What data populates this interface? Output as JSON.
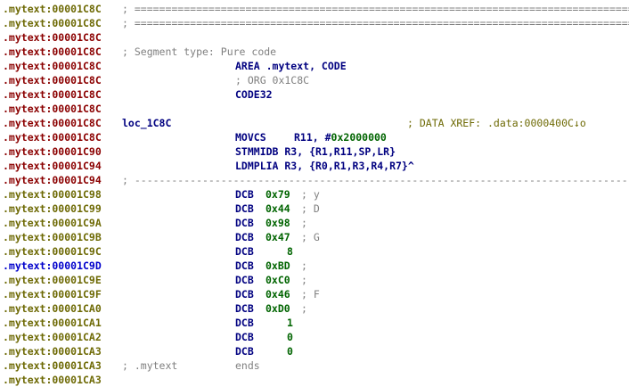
{
  "lines": [
    {
      "addr": ".mytext:00001C8C",
      "addr_color": "olive",
      "kind": "sep",
      "sep": "; ============================================================================================"
    },
    {
      "addr": ".mytext:00001C8C",
      "addr_color": "olive",
      "kind": "sep",
      "sep": "; ============================================================================================"
    },
    {
      "addr": ".mytext:00001C8C",
      "addr_color": "maroon",
      "kind": "blank"
    },
    {
      "addr": ".mytext:00001C8C",
      "addr_color": "maroon",
      "kind": "comment",
      "text": "; Segment type: Pure code"
    },
    {
      "addr": ".mytext:00001C8C",
      "addr_color": "maroon",
      "kind": "directive",
      "text": "AREA .mytext, CODE"
    },
    {
      "addr": ".mytext:00001C8C",
      "addr_color": "maroon",
      "kind": "directive-cmt",
      "text": "; ORG 0x1C8C"
    },
    {
      "addr": ".mytext:00001C8C",
      "addr_color": "maroon",
      "kind": "directive",
      "text": "CODE32"
    },
    {
      "addr": ".mytext:00001C8C",
      "addr_color": "maroon",
      "kind": "blank"
    },
    {
      "addr": ".mytext:00001C8C",
      "addr_color": "maroon",
      "kind": "label",
      "label": "loc_1C8C",
      "xref": "; DATA XREF: .data:0000400C↓o"
    },
    {
      "addr": ".mytext:00001C8C",
      "addr_color": "maroon",
      "kind": "insn",
      "mnem": "MOVCS",
      "ops": "R11, #0x2000000"
    },
    {
      "addr": ".mytext:00001C90",
      "addr_color": "maroon",
      "kind": "insn-long",
      "text": "STMMIDB R3, {R1,R11,SP,LR}"
    },
    {
      "addr": ".mytext:00001C94",
      "addr_color": "maroon",
      "kind": "insn-long",
      "text": "LDMPLIA R3, {R0,R1,R3,R4,R7}^"
    },
    {
      "addr": ".mytext:00001C94",
      "addr_color": "maroon",
      "kind": "sep",
      "sep": "; --------------------------------------------------------------------------------------------"
    },
    {
      "addr": ".mytext:00001C98",
      "addr_color": "olive",
      "kind": "dcb",
      "val": "0x79",
      "cmt": "; y"
    },
    {
      "addr": ".mytext:00001C99",
      "addr_color": "olive",
      "kind": "dcb",
      "val": "0x44",
      "cmt": "; D"
    },
    {
      "addr": ".mytext:00001C9A",
      "addr_color": "olive",
      "kind": "dcb",
      "val": "0x98",
      "cmt": ";"
    },
    {
      "addr": ".mytext:00001C9B",
      "addr_color": "olive",
      "kind": "dcb",
      "val": "0x47",
      "cmt": "; G"
    },
    {
      "addr": ".mytext:00001C9C",
      "addr_color": "olive",
      "kind": "dcb-digit",
      "val": "8",
      "cmt": ""
    },
    {
      "addr": ".mytext:00001C9D",
      "addr_color": "blue",
      "kind": "dcb",
      "val": "0xBD",
      "cmt": ";"
    },
    {
      "addr": ".mytext:00001C9E",
      "addr_color": "olive",
      "kind": "dcb",
      "val": "0xC0",
      "cmt": ";"
    },
    {
      "addr": ".mytext:00001C9F",
      "addr_color": "olive",
      "kind": "dcb",
      "val": "0x46",
      "cmt": "; F"
    },
    {
      "addr": ".mytext:00001CA0",
      "addr_color": "olive",
      "kind": "dcb",
      "val": "0xD0",
      "cmt": ";"
    },
    {
      "addr": ".mytext:00001CA1",
      "addr_color": "olive",
      "kind": "dcb-digit",
      "val": "1",
      "cmt": ""
    },
    {
      "addr": ".mytext:00001CA2",
      "addr_color": "olive",
      "kind": "dcb-digit",
      "val": "0",
      "cmt": ""
    },
    {
      "addr": ".mytext:00001CA3",
      "addr_color": "olive",
      "kind": "dcb-digit",
      "val": "0",
      "cmt": ""
    },
    {
      "addr": ".mytext:00001CA3",
      "addr_color": "olive",
      "kind": "ends",
      "seg": "; .mytext",
      "text": "ends"
    },
    {
      "addr": ".mytext:00001CA3",
      "addr_color": "olive",
      "kind": "blank"
    }
  ],
  "dcb_mnemonic": "DCB",
  "colors": {
    "olive": "#6e6a05",
    "maroon": "#8b0000",
    "blue": "#0000cc",
    "code": "#000080",
    "number": "#006400",
    "comment": "#808080"
  }
}
